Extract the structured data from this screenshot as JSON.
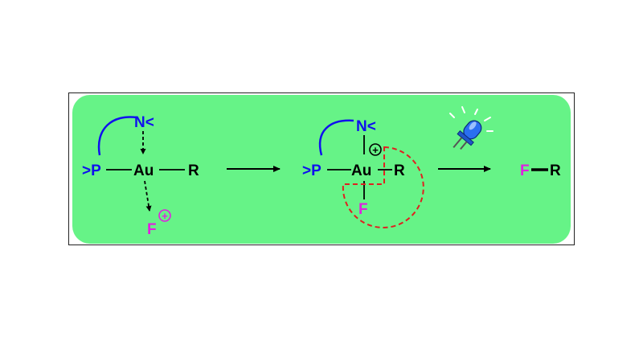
{
  "colors": {
    "background": "#66f387",
    "ligand": "#1010ee",
    "fluorine": "#e020e0",
    "bond": "#000000",
    "ring": "#e02020",
    "led": "#2a6ff0"
  },
  "scheme": {
    "left_complex": {
      "n_label": "N<",
      "p_label": ">P",
      "au_label": "Au",
      "r_label": "R",
      "f_label": "F",
      "f_charge": "+"
    },
    "middle_complex": {
      "n_label": "N<",
      "p_label": ">P",
      "au_label": "Au",
      "r_label": "R",
      "f_label": "F",
      "au_charge": "+"
    },
    "product": {
      "f_label": "F",
      "r_label": "R"
    },
    "icons": [
      "reaction-arrow",
      "reaction-arrow",
      "blue-led-icon"
    ]
  }
}
